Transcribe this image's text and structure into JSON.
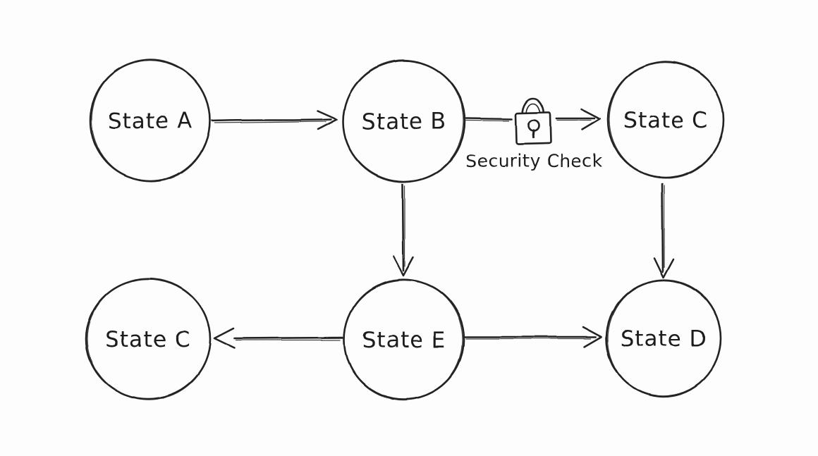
{
  "diagram": {
    "style": "hand-drawn-whiteboard",
    "colors": {
      "ink": "#222222",
      "background": "#fdfdfd"
    },
    "nodes": [
      {
        "id": "state-a",
        "label": "State A",
        "row": "top",
        "col": "left"
      },
      {
        "id": "state-b",
        "label": "State B",
        "row": "top",
        "col": "center"
      },
      {
        "id": "state-c-top",
        "label": "State C",
        "row": "top",
        "col": "right"
      },
      {
        "id": "state-c-bottom",
        "label": "State C",
        "row": "bottom",
        "col": "left"
      },
      {
        "id": "state-e",
        "label": "State E",
        "row": "bottom",
        "col": "center"
      },
      {
        "id": "state-d",
        "label": "State D",
        "row": "bottom",
        "col": "right"
      }
    ],
    "edges": [
      {
        "from": "state-a",
        "to": "state-b",
        "direction": "right"
      },
      {
        "from": "state-b",
        "to": "state-c-top",
        "direction": "right",
        "label": "Security Check",
        "icon": "lock-icon"
      },
      {
        "from": "state-b",
        "to": "state-e",
        "direction": "down"
      },
      {
        "from": "state-c-top",
        "to": "state-d",
        "direction": "down"
      },
      {
        "from": "state-e",
        "to": "state-c-bottom",
        "direction": "left"
      },
      {
        "from": "state-e",
        "to": "state-d",
        "direction": "right"
      }
    ]
  }
}
